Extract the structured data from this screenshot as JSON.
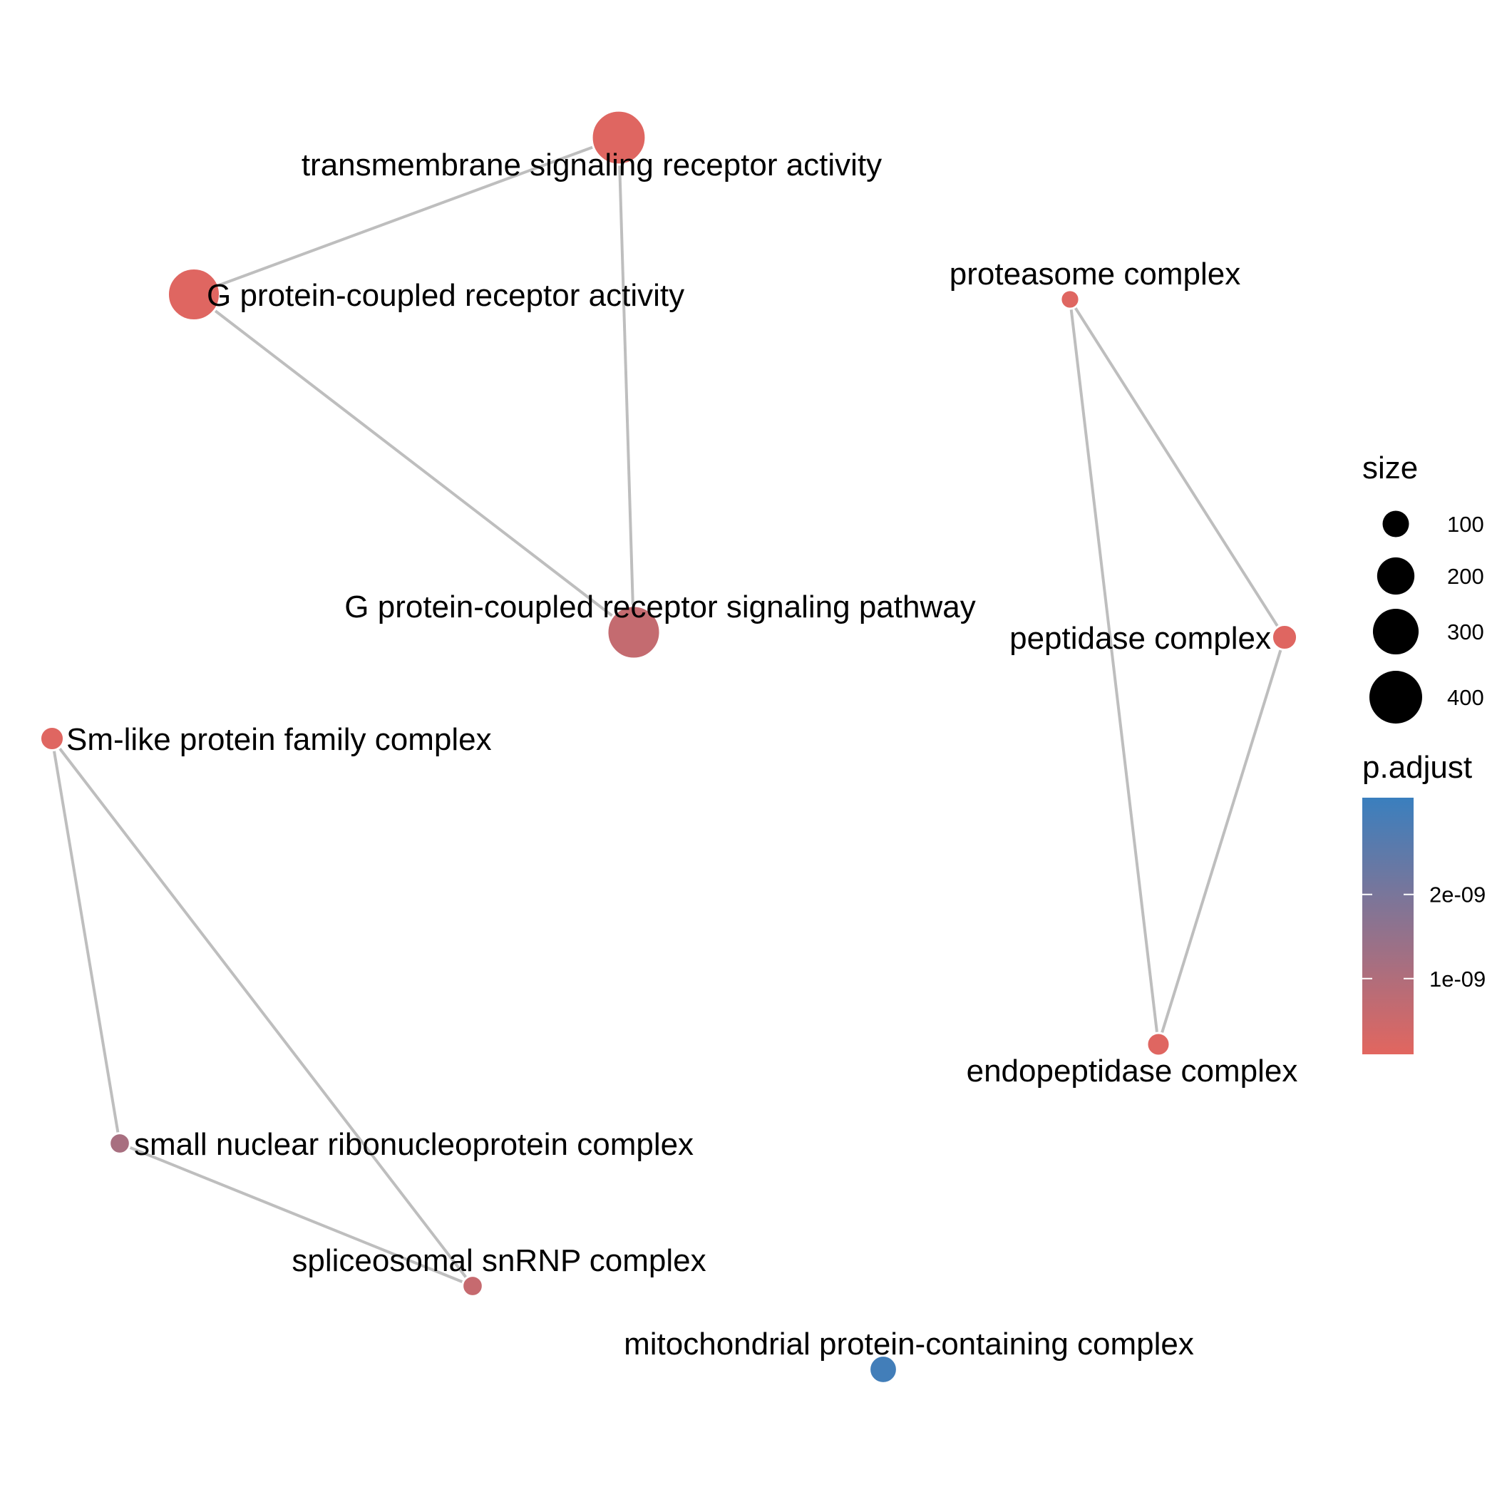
{
  "nodes": [
    {
      "id": "tsra",
      "label": "transmembrane signaling receptor activity",
      "size": 420,
      "p_adjust": 1.5e-10
    },
    {
      "id": "gpcra",
      "label": "G protein-coupled receptor activity",
      "size": 390,
      "p_adjust": 1.5e-10
    },
    {
      "id": "gpcrsp",
      "label": "G protein-coupled receptor signaling pathway",
      "size": 400,
      "p_adjust": 6.5e-10
    },
    {
      "id": "proteasome",
      "label": "proteasome complex",
      "size": 50,
      "p_adjust": 1.5e-10
    },
    {
      "id": "peptidase",
      "label": "peptidase complex",
      "size": 90,
      "p_adjust": 1.5e-10
    },
    {
      "id": "endopeptidase",
      "label": "endopeptidase complex",
      "size": 75,
      "p_adjust": 1.5e-10
    },
    {
      "id": "smlike",
      "label": "Sm-like protein family complex",
      "size": 80,
      "p_adjust": 1.5e-10
    },
    {
      "id": "snrnp_complex",
      "label": "small nuclear ribonucleoprotein complex",
      "size": 60,
      "p_adjust": 1.15e-09
    },
    {
      "id": "spliceosomal",
      "label": "spliceosomal snRNP complex",
      "size": 60,
      "p_adjust": 6e-10
    },
    {
      "id": "mito",
      "label": "mitochondrial protein-containing complex",
      "size": 110,
      "p_adjust": 3e-09
    }
  ],
  "edges": [
    [
      "tsra",
      "gpcra"
    ],
    [
      "tsra",
      "gpcrsp"
    ],
    [
      "gpcra",
      "gpcrsp"
    ],
    [
      "proteasome",
      "peptidase"
    ],
    [
      "proteasome",
      "endopeptidase"
    ],
    [
      "peptidase",
      "endopeptidase"
    ],
    [
      "smlike",
      "snrnp_complex"
    ],
    [
      "smlike",
      "spliceosomal"
    ],
    [
      "snrnp_complex",
      "spliceosomal"
    ]
  ],
  "legend": {
    "size_title": "size",
    "size_items": [
      {
        "value": 100,
        "label": "100"
      },
      {
        "value": 200,
        "label": "200"
      },
      {
        "value": 300,
        "label": "300"
      },
      {
        "value": 400,
        "label": "400"
      }
    ],
    "color_title": "p.adjust",
    "color_low": "#e2665f",
    "color_high": "#3a7fbe",
    "color_ticks": [
      {
        "value": 2e-09,
        "label": "2e-09"
      },
      {
        "value": 1e-09,
        "label": "1e-09"
      }
    ]
  }
}
